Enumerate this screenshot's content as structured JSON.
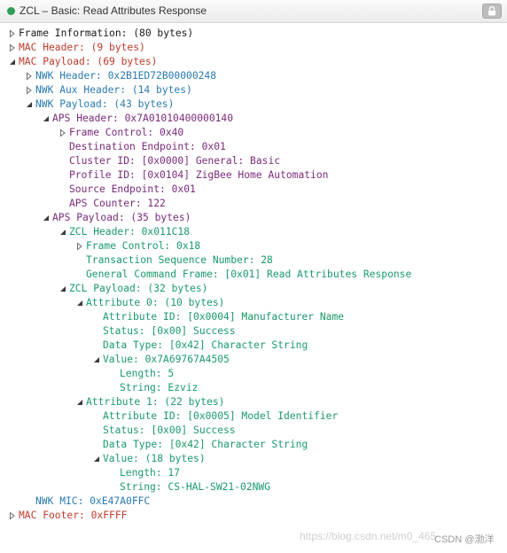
{
  "window": {
    "title": "ZCL – Basic: Read Attributes Response",
    "status_color": "#2e9e57",
    "lock_icon": "lock-icon"
  },
  "tree": [
    {
      "text": "Frame Information: (80 bytes)",
      "toggle": "collapsed",
      "color": "black"
    },
    {
      "text": "MAC Header: (9 bytes)",
      "toggle": "collapsed",
      "color": "red"
    },
    {
      "text": "MAC Payload: (69 bytes)",
      "toggle": "expanded",
      "color": "red"
    },
    {
      "text": "NWK Header: 0x2B1ED72B00000248",
      "toggle": "collapsed",
      "color": "blue"
    },
    {
      "text": "NWK Aux Header: (14 bytes)",
      "toggle": "collapsed",
      "color": "blue"
    },
    {
      "text": "NWK Payload: (43 bytes)",
      "toggle": "expanded",
      "color": "blue"
    },
    {
      "text": "APS Header: 0x7A01010400000140",
      "toggle": "expanded",
      "color": "purple"
    },
    {
      "text": "Frame Control: 0x40",
      "toggle": "collapsed",
      "color": "purple"
    },
    {
      "text": "Destination Endpoint: 0x01",
      "toggle": "none",
      "color": "purple"
    },
    {
      "text": "Cluster ID: [0x0000] General: Basic",
      "toggle": "none",
      "color": "purple"
    },
    {
      "text": "Profile ID: [0x0104] ZigBee Home Automation",
      "toggle": "none",
      "color": "purple"
    },
    {
      "text": "Source Endpoint: 0x01",
      "toggle": "none",
      "color": "purple"
    },
    {
      "text": "APS Counter: 122",
      "toggle": "none",
      "color": "purple"
    },
    {
      "text": "APS Payload: (35 bytes)",
      "toggle": "expanded",
      "color": "purple"
    },
    {
      "text": "ZCL Header: 0x011C18",
      "toggle": "expanded",
      "color": "green"
    },
    {
      "text": "Frame Control: 0x18",
      "toggle": "collapsed",
      "color": "green"
    },
    {
      "text": "Transaction Sequence Number: 28",
      "toggle": "none",
      "color": "green"
    },
    {
      "text": "General Command Frame: [0x01] Read Attributes Response",
      "toggle": "none",
      "color": "green"
    },
    {
      "text": "ZCL Payload: (32 bytes)",
      "toggle": "expanded",
      "color": "green"
    },
    {
      "text": "Attribute 0: (10 bytes)",
      "toggle": "expanded",
      "color": "green"
    },
    {
      "text": "Attribute ID: [0x0004] Manufacturer Name",
      "toggle": "none",
      "color": "green"
    },
    {
      "text": "Status: [0x00] Success",
      "toggle": "none",
      "color": "green"
    },
    {
      "text": "Data Type: [0x42] Character String",
      "toggle": "none",
      "color": "green"
    },
    {
      "text": "Value: 0x7A69767A4505",
      "toggle": "expanded",
      "color": "green"
    },
    {
      "text": "Length: 5",
      "toggle": "none",
      "color": "green"
    },
    {
      "text": "String: Ezviz",
      "toggle": "none",
      "color": "green"
    },
    {
      "text": "Attribute 1: (22 bytes)",
      "toggle": "expanded",
      "color": "green"
    },
    {
      "text": "Attribute ID: [0x0005] Model Identifier",
      "toggle": "none",
      "color": "green"
    },
    {
      "text": "Status: [0x00] Success",
      "toggle": "none",
      "color": "green"
    },
    {
      "text": "Data Type: [0x42] Character String",
      "toggle": "none",
      "color": "green"
    },
    {
      "text": "Value: (18 bytes)",
      "toggle": "expanded",
      "color": "green"
    },
    {
      "text": "Length: 17",
      "toggle": "none",
      "color": "green"
    },
    {
      "text": "String: CS-HAL-SW21-02NWG",
      "toggle": "none",
      "color": "green"
    },
    {
      "text": "NWK MIC: 0xE47A0FFC",
      "toggle": "none",
      "color": "blue"
    },
    {
      "text": "MAC Footer: 0xFFFF",
      "toggle": "collapsed",
      "color": "red"
    }
  ],
  "watermark": "https://blog.csdn.net/m0_465",
  "credit": "CSDN @渤洋"
}
